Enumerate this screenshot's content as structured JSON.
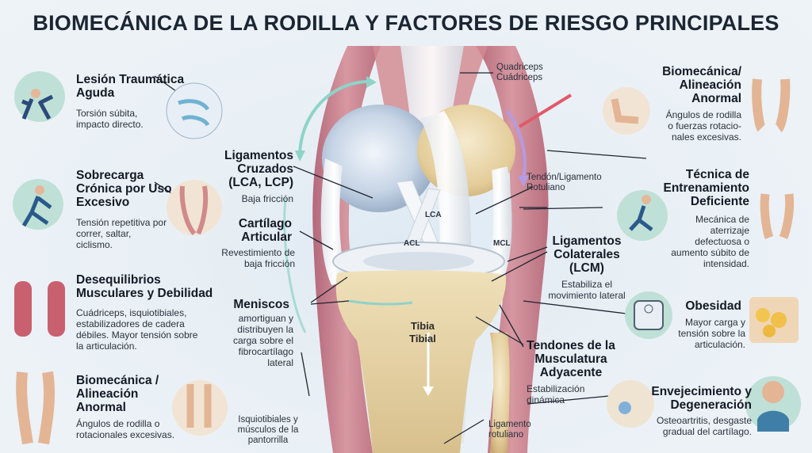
{
  "title": "BIOMECÁNICA DE LA RODILLA Y FACTORES DE RIESGO PRINCIPALES",
  "left": [
    {
      "heading": "Lesión Traumática Aguda",
      "desc": "Torsión súbita, impacto directo."
    },
    {
      "heading": "Sobrecarga Crónica por Uso Excesivo",
      "desc": "Tensión repetitiva por correr, saltar, ciclismo."
    },
    {
      "heading": "Desequilibrios Musculares y Debilidad",
      "desc": "Cuádriceps, isquiotibiales, estabilizadores de cadera débiles. Mayor tensión sobre la articulación."
    },
    {
      "heading": "Biomecánica / Alineación Anormal",
      "desc": "Ángulos de rodilla o rotacionales excesivas."
    }
  ],
  "right": [
    {
      "heading": "Biomecánica/ Alineación Anormal",
      "desc": "Ángulos de rodilla o fuerzas rotacio- nales excesivas."
    },
    {
      "heading": "Técnica de Entrenamiento Deficiente",
      "desc": "Mecánica de aterrizaje defectuosa o aumento súbito de intensidad."
    },
    {
      "heading": "Obesidad",
      "desc": "Mayor carga y tensión sobre la articulación."
    },
    {
      "heading": "Envejecimiento y Degeneración",
      "desc": "Osteoartritis, desgaste gradual del cartílago."
    }
  ],
  "center": {
    "ligamentos_cruzados": {
      "heading": "Ligamentos Cruzados (LCA, LCP)",
      "desc": "Baja fricción"
    },
    "cartilago": {
      "heading": "Cartílago Articular",
      "desc": "Revestimiento de baja fricción"
    },
    "meniscos": {
      "heading": "Meniscos",
      "desc": "amortiguan y distribuyen la carga sobre el fibrocartílago lateral"
    },
    "colaterales": {
      "heading": "Ligamentos Colaterales (LCM)",
      "desc": "Estabiliza el movimiento lateral"
    },
    "tendones": {
      "heading": "Tendones de la Musculatura Adyacente",
      "desc": "Estabilización dinámica"
    },
    "quadriceps": "Quadriceps Cuádriceps",
    "tendon_rotuliano": "Tendón/Ligamento Rotuliano",
    "isquiotibiales": "Isquiotibiales y músculos de la pantorrilla",
    "ligamento_rotuliano": "Ligamento rotuliano",
    "tibia": "Tibia Tibial",
    "tag_lca": "LCA",
    "tag_acl": "ACL",
    "tag_mcl": "MCL"
  },
  "colors": {
    "icon_circle": "#bfe0d6",
    "bone": "#e8d6b0",
    "muscle": "#c9606f",
    "ligament": "#f2f4f6"
  }
}
